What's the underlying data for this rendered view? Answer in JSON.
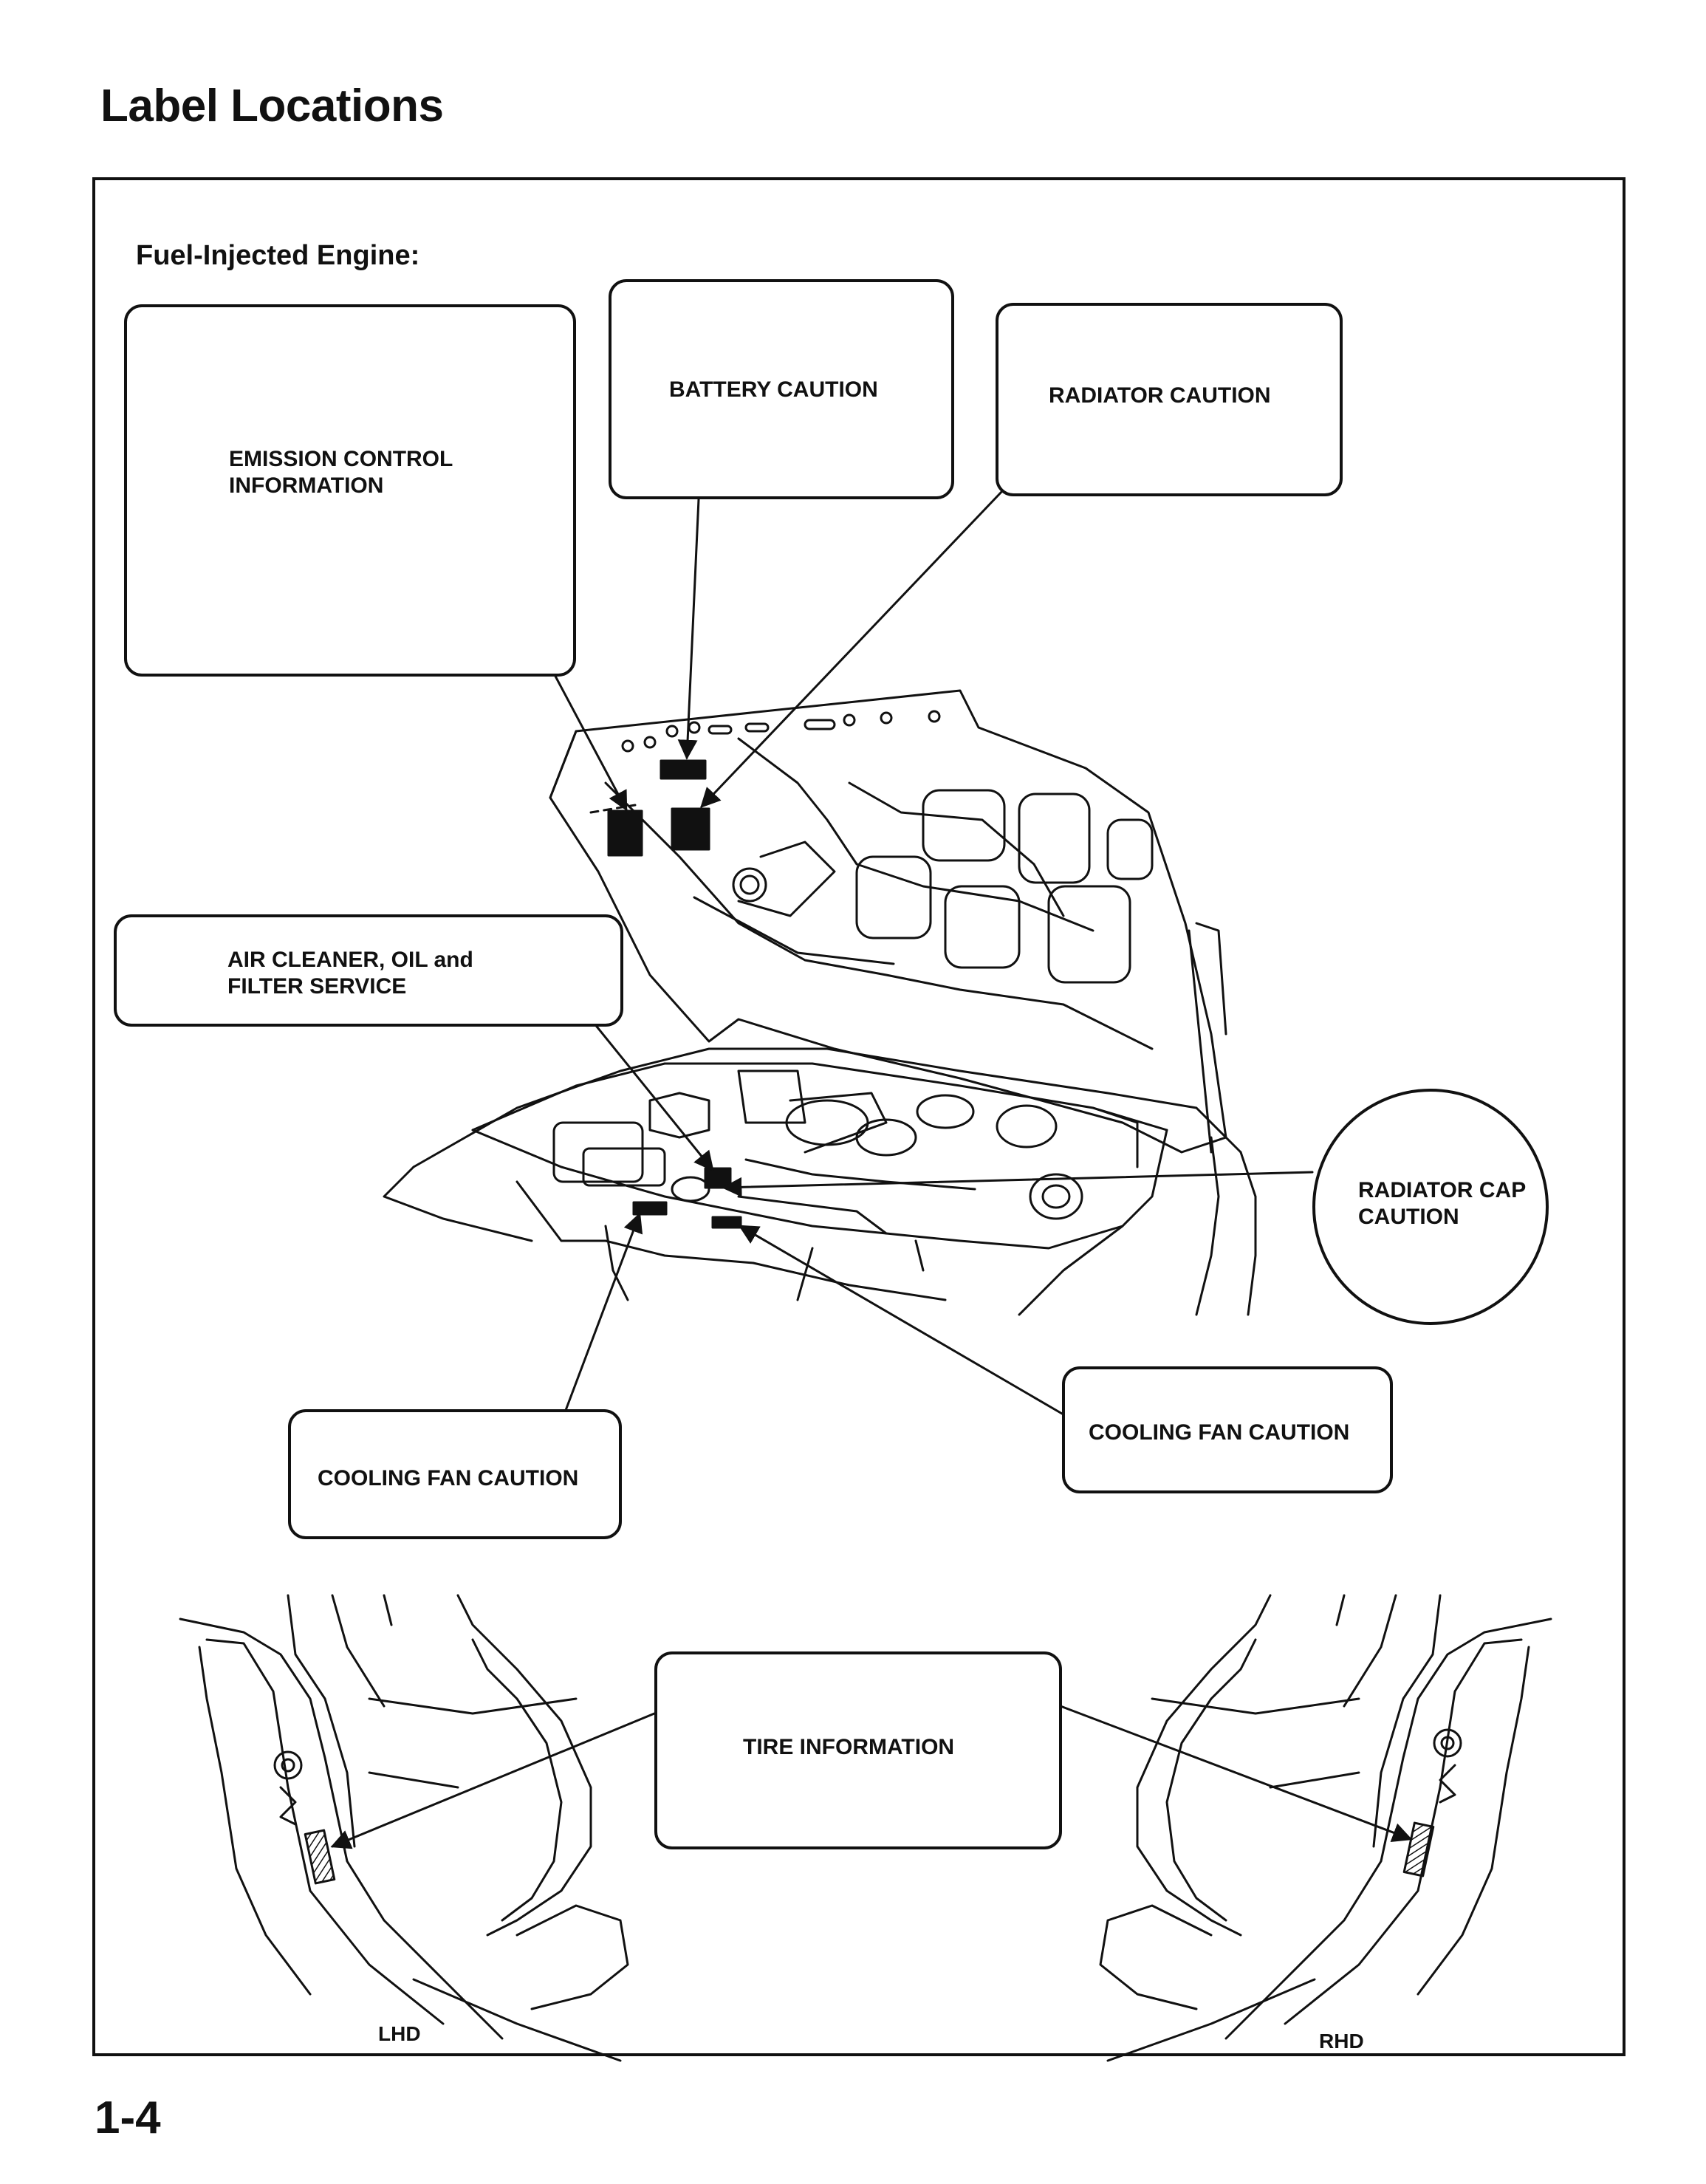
{
  "page": {
    "title": "Label Locations",
    "page_number": "1-4"
  },
  "figure": {
    "subtitle": "Fuel-Injected Engine:",
    "labels": {
      "emission": "EMISSION CONTROL\nINFORMATION",
      "battery": "BATTERY CAUTION",
      "radiator": "RADIATOR CAUTION",
      "air_cleaner": "AIR CLEANER, OIL and\nFILTER SERVICE",
      "radiator_cap": "RADIATOR CAP\nCAUTION",
      "cooling_fan_right": "COOLING FAN CAUTION",
      "cooling_fan_left": "COOLING FAN CAUTION",
      "tire": "TIRE INFORMATION"
    },
    "captions": {
      "lhd": "LHD",
      "rhd": "RHD"
    }
  }
}
